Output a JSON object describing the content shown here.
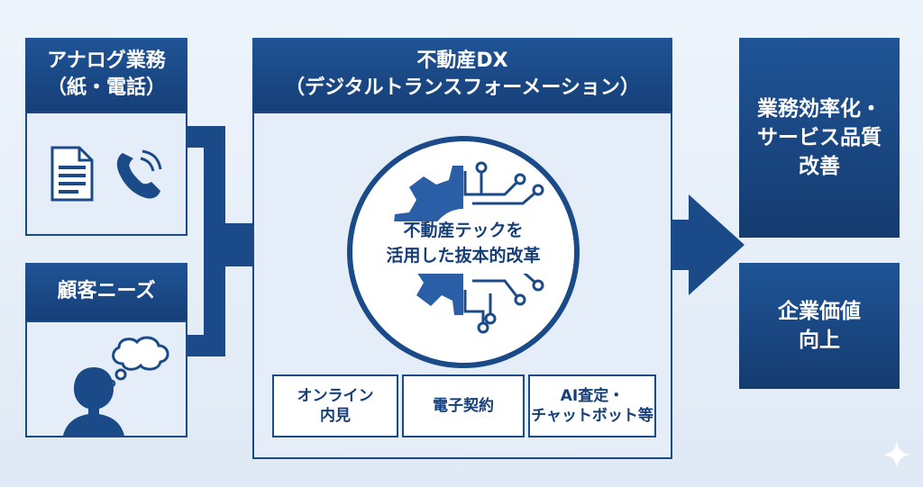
{
  "analog": {
    "title_line1": "アナログ業務",
    "title_line2": "（紙・電話）"
  },
  "customer": {
    "title": "顧客ニーズ"
  },
  "dx": {
    "title_line1": "不動産DX",
    "title_line2": "（デジタルトランスフォーメーション）",
    "core_line1": "不動産テックを",
    "core_line2": "活用した抜本的改革",
    "tools": [
      {
        "line1": "オンライン",
        "line2": "内見"
      },
      {
        "line1": "電子契約",
        "line2": ""
      },
      {
        "line1": "AI査定・",
        "line2": "チャットボット等"
      }
    ]
  },
  "outcomes": [
    {
      "line1": "業務効率化・",
      "line2": "サービス品質",
      "line3": "改善"
    },
    {
      "line1": "企業価値",
      "line2": "向上",
      "line3": ""
    }
  ],
  "icons": [
    "document-icon",
    "phone-icon",
    "thought-bubble-icon",
    "person-icon",
    "gear-circuit-icon",
    "sparkle-icon"
  ],
  "colors": {
    "navy": "#1b4a88",
    "navy_dark": "#153b70",
    "panel": "#e4edf8",
    "background": "#eef4fb"
  }
}
